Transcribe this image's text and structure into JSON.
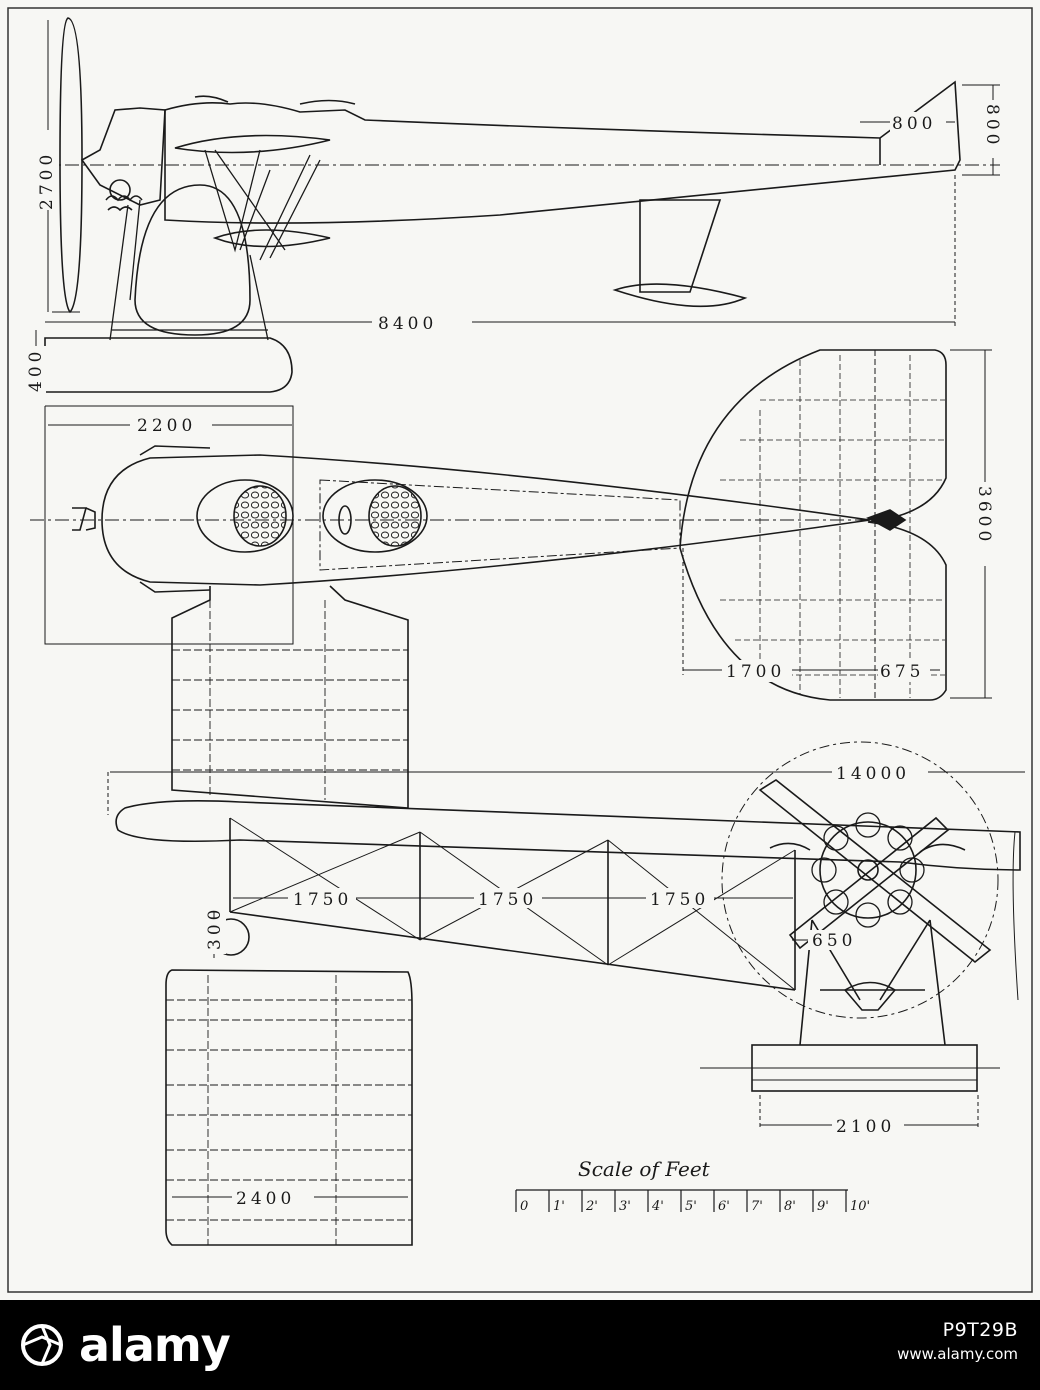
{
  "dimensions": {
    "height_2700": "2700",
    "fin_800_h": "800",
    "fin_800_v": "800",
    "length_8400": "8400",
    "float_400": "400",
    "nose_2200": "2200",
    "tail_3600": "3600",
    "elev_1700": "1700",
    "elev_675": "675",
    "span_14000": "14000",
    "bay_1750_a": "1750",
    "bay_1750_b": "1750",
    "bay_1750_c": "1750",
    "float_300": "300",
    "wheel_650": "650",
    "float_2100": "2100",
    "chord_2400": "2400"
  },
  "scale": {
    "title": "Scale of Feet",
    "ticks": [
      "0",
      "1'",
      "2'",
      "3'",
      "4'",
      "5'",
      "6'",
      "7'",
      "8'",
      "9'",
      "10'"
    ]
  },
  "footer": {
    "brand": "alamy",
    "image_id": "P9T29B",
    "url": "www.alamy.com"
  }
}
